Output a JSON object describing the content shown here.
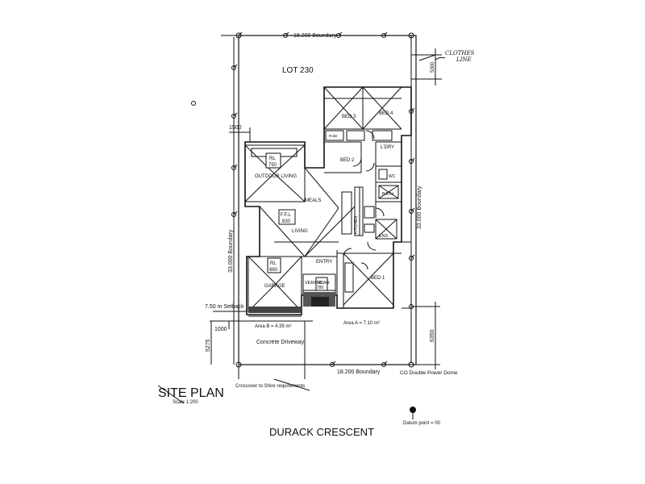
{
  "labels": {
    "top_boundary": "18.200 Boundary",
    "bottom_boundary": "18.200 Boundary",
    "right_boundary": "33.000 Boundary",
    "left_boundary": "33.000 Boundary",
    "lot": "LOT 230",
    "clothes_line_1": "CLOTHES",
    "clothes_line_2": "LINE",
    "dim_5300": "5300",
    "dim_1500": "1500",
    "dim_6350": "6350",
    "dim_5275": "5275",
    "dim_1000": "1000",
    "setback": "7.50 m Setback",
    "area_b": "Area B = 4.35 m²",
    "area_a": "Area A = 7.10 m²",
    "driveway": "Concrete Driveway",
    "double_power_dome": "CO Double Power Dome",
    "site_plan": "SITE PLAN",
    "scale": "Scale 1:200",
    "crossover": "Crossover to Shire requirements",
    "datum": "Datum point = 00",
    "street": "DURACK CRESCENT"
  },
  "rooms": {
    "bed3": "BED 3",
    "bed4": "BED 4",
    "bed2": "BED 2",
    "bed1": "BED 1",
    "lndry": "L'DRY",
    "wc": "WC",
    "bath": "BATH",
    "ens": "ENS",
    "outdoor_living": "OUTDOOR LIVING",
    "meals": "MEALS",
    "living": "LIVING",
    "kitchen": "KITCHEN",
    "entry": "ENTRY",
    "garage": "GARAGE",
    "verandah": "VERANDAH",
    "robe": "Robe"
  },
  "levels": {
    "rl_top": "RL",
    "rl_top_val": "750",
    "ffl": "F.F.L",
    "ffl_val": "830",
    "rl_garage": "RL",
    "rl_garage_val": "660",
    "rl_ver": "RL",
    "rl_ver_val": "780"
  }
}
